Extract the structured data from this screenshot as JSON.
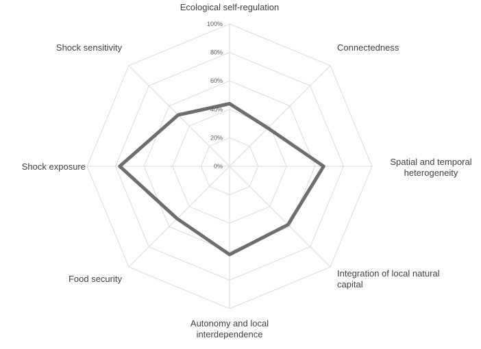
{
  "chart_data": {
    "type": "radar",
    "categories": [
      [
        "Ecological self-regulation"
      ],
      [
        "Connectedness"
      ],
      [
        "Spatial and temporal",
        "heterogeneity"
      ],
      [
        "Integration of local natural",
        "capital"
      ],
      [
        "Autonomy and local",
        "interdependence"
      ],
      [
        "Food security"
      ],
      [
        "Shock exposure"
      ],
      [
        "Shock sensitivity"
      ]
    ],
    "ticks": [
      "0%",
      "20%",
      "40%",
      "60%",
      "80%",
      "100%"
    ],
    "rlim": [
      0,
      100
    ],
    "series": [
      {
        "values": [
          44,
          38,
          66,
          58,
          62,
          52,
          77,
          51
        ]
      }
    ],
    "grid": true,
    "legend": "none",
    "colors": {
      "series": "#6e6e6e",
      "grid": "#d9d9d9",
      "label": "#404040",
      "tick": "#595959"
    }
  }
}
